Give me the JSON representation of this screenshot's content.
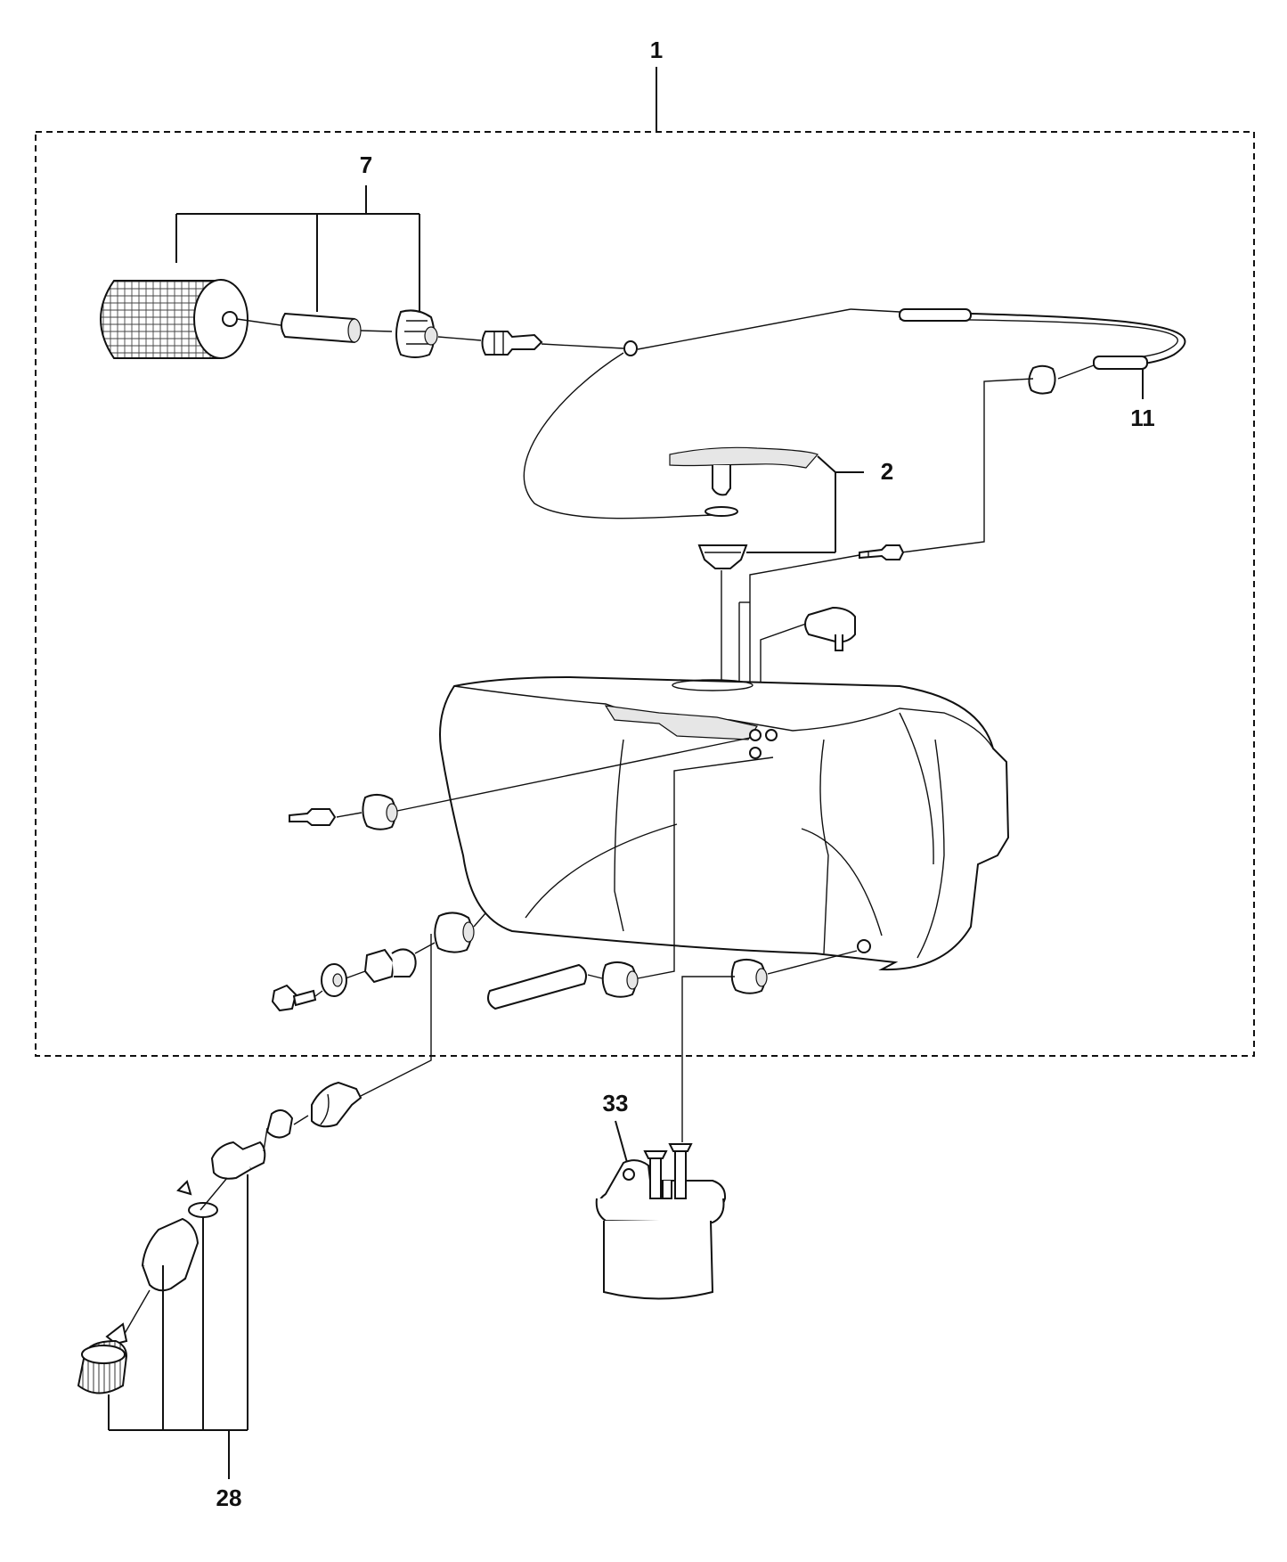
{
  "diagram": {
    "callouts": {
      "c1": "1",
      "c2": "2",
      "c7": "7",
      "c11": "11",
      "c28": "28",
      "c33": "33"
    }
  }
}
